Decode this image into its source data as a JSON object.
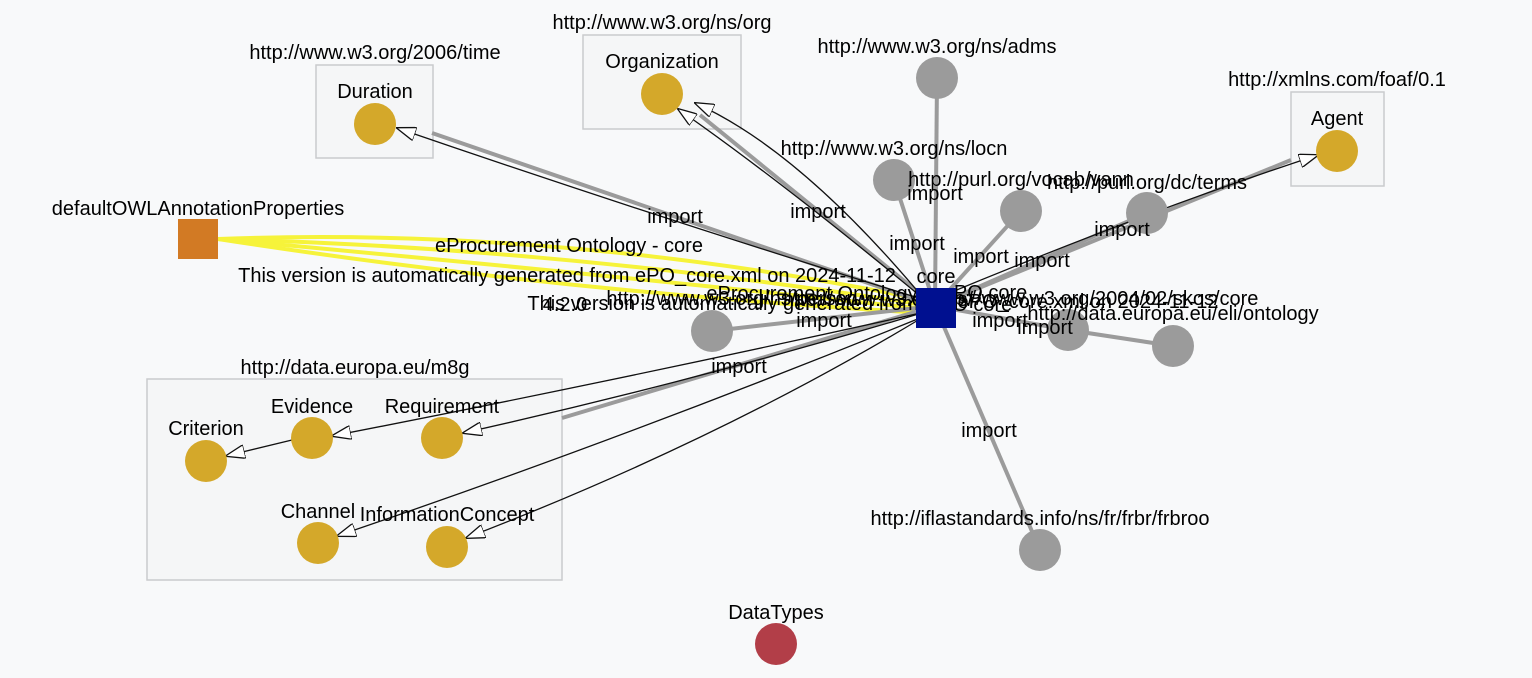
{
  "colors": {
    "class_node": "#d4a82a",
    "ontology_node": "#9b9b9b",
    "center_node": "#001090",
    "annotation_node": "#d27a24",
    "datatype_node": "#b23e48",
    "import_edge": "#9b9b9b",
    "annotation_edge": "#f6f33a"
  },
  "groups": {
    "time": {
      "label": "http://www.w3.org/2006/time"
    },
    "org": {
      "label": "http://www.w3.org/ns/org"
    },
    "foaf": {
      "label": "http://xmlns.com/foaf/0.1"
    },
    "m8g": {
      "label": "http://data.europa.eu/m8g"
    }
  },
  "classes": {
    "duration": "Duration",
    "organization": "Organization",
    "agent": "Agent",
    "criterion": "Criterion",
    "evidence": "Evidence",
    "requirement": "Requirement",
    "channel": "Channel",
    "information_concept": "InformationConcept"
  },
  "ontologies": {
    "adms": "http://www.w3.org/ns/adms",
    "locn": "http://www.w3.org/ns/locn",
    "vann": "http://purl.org/vocab/vann",
    "dcterms": "http://purl.org/dc/terms",
    "skos": "http://www.w3.org/2004/02/skos/core",
    "eli": "http://data.europa.eu/eli/ontology",
    "frbroo": "http://iflastandards.info/ns/fr/frbr/frbroo"
  },
  "center": {
    "label": "core",
    "overlap_labels": [
      "ePO core",
      "ePO_core.xml on 2024-11-12",
      "http://www.w3.org/ns/",
      "ePO core"
    ]
  },
  "annotation_node": {
    "label": "defaultOWLAnnotationProperties"
  },
  "annotations": {
    "title": "eProcurement Ontology - core",
    "version": "This version is automatically generated from ePO_core.xml on 2024-11-12",
    "overlap_1": "http://www.w3.org/ns/person",
    "overlap_2": "eProcurement Ontology",
    "overlap_3": "This version is automatically generated from",
    "overlap_4": "4.2.0"
  },
  "datatypes": {
    "label": "DataTypes"
  },
  "edge_label": "import"
}
